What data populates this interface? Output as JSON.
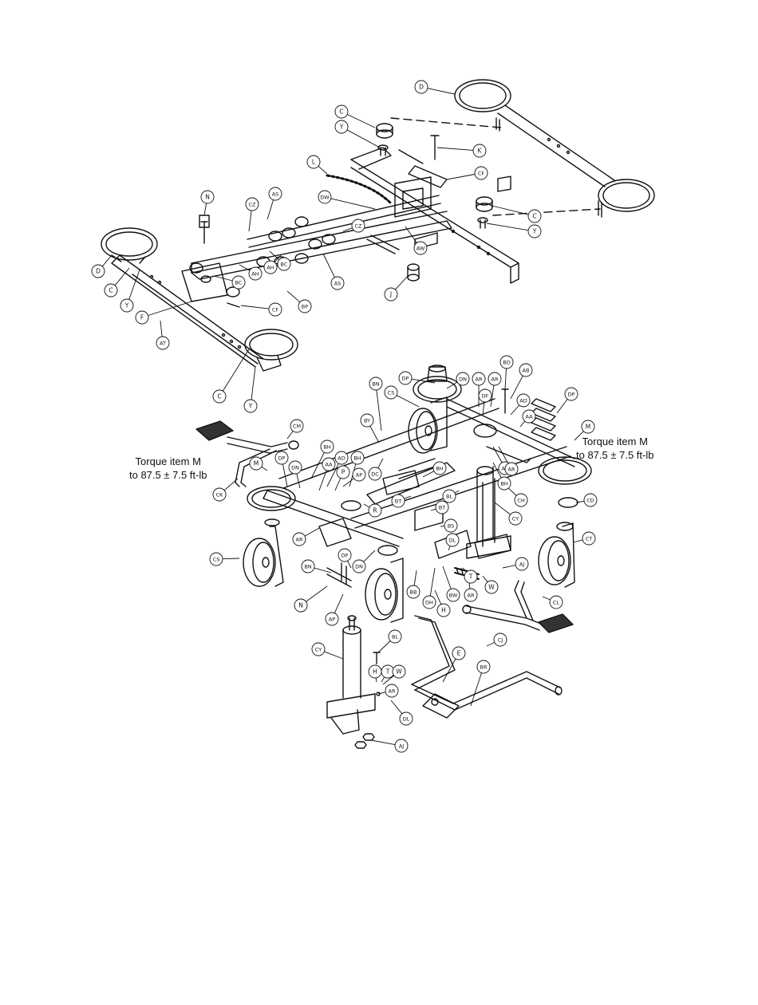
{
  "colors": {
    "ink": "#111111",
    "paper": "#ffffff",
    "hatch": "#555555"
  },
  "notes": {
    "left": {
      "line1": "Torque item M",
      "line2": "to 87.5 ± 7.5 ft-lb"
    },
    "right": {
      "line1": "Torque item M",
      "line2": "to 87.5 ± 7.5 ft-lb"
    }
  },
  "callouts": [
    "D",
    "C",
    "Y",
    "K",
    "CF",
    "L",
    "DW",
    "AS",
    "CZ",
    "N",
    "AW",
    "C",
    "Y",
    "AH",
    "BC",
    "BC",
    "AH",
    "CZ",
    "AS",
    "D",
    "C",
    "Y",
    "F",
    "CF",
    "BP",
    "J",
    "AT",
    "C",
    "Y",
    "BD",
    "AB",
    "DP",
    "DN",
    "AR",
    "AR",
    "BN",
    "CS",
    "DF",
    "AD",
    "DP",
    "AA",
    "M",
    "BY",
    "CM",
    "BH",
    "M",
    "DP",
    "AD",
    "AA",
    "BH",
    "DN",
    "AR",
    "P",
    "AP",
    "DC",
    "BH",
    "AR",
    "BH",
    "CK",
    "R",
    "BT",
    "BL",
    "BT",
    "CH",
    "CY",
    "CD",
    "BS",
    "DL",
    "CT",
    "AR",
    "CS",
    "DP",
    "BN",
    "DN",
    "AJ",
    "T",
    "N",
    "BB",
    "DH",
    "BW",
    "AR",
    "W",
    "AP",
    "H",
    "CL",
    "E",
    "CJ",
    "BR",
    "BL",
    "CY",
    "H",
    "T",
    "W",
    "AR",
    "DL",
    "AJ"
  ]
}
